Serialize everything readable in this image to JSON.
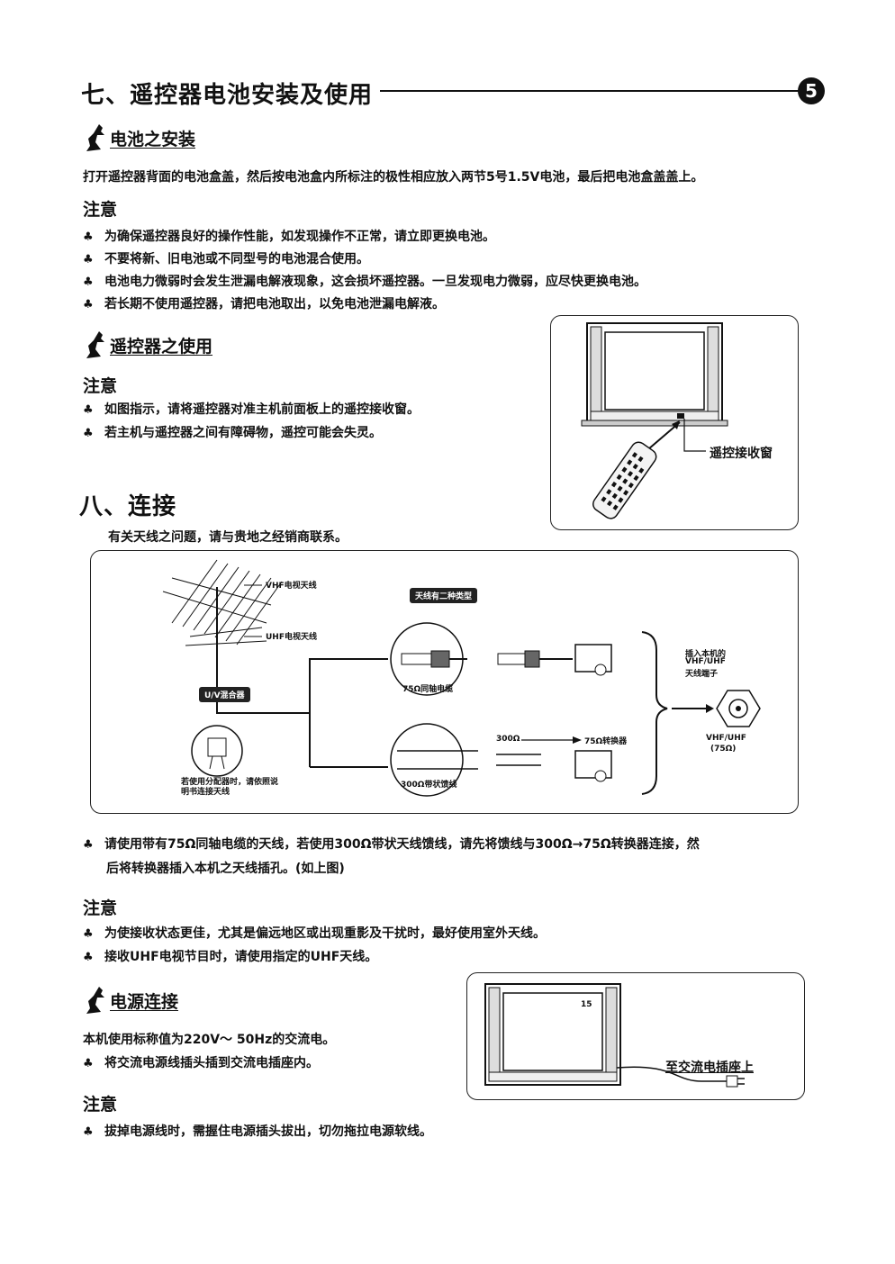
{
  "page_number": "5",
  "section7": {
    "title": "七、遥控器电池安装及使用",
    "battery_heading": "电池之安装",
    "battery_text": "打开遥控器背面的电池盒盖，然后按电池盒内所标注的极性相应放入两节5号1.5V电池，最后把电池盒盖盖上。",
    "note_label": "注意",
    "battery_notes": [
      "为确保遥控器良好的操作性能，如发现操作不正常，请立即更换电池。",
      "不要将新、旧电池或不同型号的电池混合使用。",
      "电池电力微弱时会发生泄漏电解液现象，这会损坏遥控器。一旦发现电力微弱，应尽快更换电池。",
      "若长期不使用遥控器，请把电池取出，以免电池泄漏电解液。"
    ],
    "use_heading": "遥控器之使用",
    "use_notes": [
      "如图指示，请将遥控器对准主机前面板上的遥控接收窗。",
      "若主机与遥控器之间有障碍物，遥控可能会失灵。"
    ],
    "receiver_label": "遥控接收窗"
  },
  "section8": {
    "title": "八、连接",
    "intro": "有关天线之问题，请与贵地之经销商联系。",
    "diagram": {
      "vhf_antenna": "VHF电视天线",
      "uhf_antenna": "UHF电视天线",
      "uv_mixer": "U/V混合器",
      "mixer_note": "若使用分配器时，请依照说明书连接天线",
      "two_types": "天线有二种类型",
      "coax_cable": "75Ω同轴电缆",
      "flat_cable": "300Ω带状馈线",
      "ohm300": "300Ω",
      "converter": "75Ω转换器",
      "input_label_1": "插入本机的",
      "input_label_2": "VHF/UHF",
      "input_label_3": "天线端子",
      "input_spec_1": "VHF/UHF",
      "input_spec_2": "(75Ω)"
    },
    "instruction_line1": "请使用带有75Ω同轴电缆的天线，若使用300Ω带状天线馈线，请先将馈线与300Ω→75Ω转换器连接，然",
    "instruction_line2": "后将转换器插入本机之天线插孔。(如上图)",
    "note_label": "注意",
    "notes": [
      "为使接收状态更佳，尤其是偏远地区或出现重影及干扰时，最好使用室外天线。",
      "接收UHF电视节目时，请使用指定的UHF天线。"
    ]
  },
  "power": {
    "heading": "电源连接",
    "spec": "本机使用标称值为220V～ 50Hz的交流电。",
    "step": "将交流电源线插头插到交流电插座内。",
    "note_label": "注意",
    "note": "拔掉电源线时，需握住电源插头拔出，切勿拖拉电源软线。",
    "outlet_label": "至交流电插座上",
    "screen_channel": "15"
  }
}
